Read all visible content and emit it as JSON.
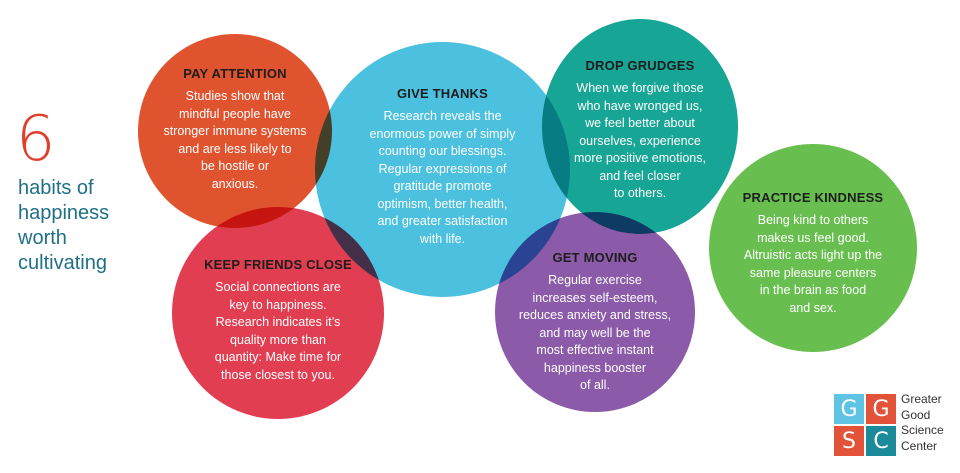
{
  "headline": {
    "number": "6",
    "lines": [
      "habits of",
      "happiness",
      "worth",
      "cultivating"
    ]
  },
  "colors": {
    "headline_number": "#e0402b",
    "headline_text": "#1f6f86",
    "pay_attention": "#e0532f",
    "give_thanks": "#4cc0df",
    "drop_grudges": "#17a596",
    "keep_friends_close": "#e23e52",
    "get_moving": "#8b5aa8",
    "practice_kindness": "#68bf4f"
  },
  "habits": {
    "pay_attention": {
      "title": "PAY ATTENTION",
      "lines": [
        "Studies show that",
        "mindful people have",
        "stronger immune systems",
        "and are less likely to",
        "be hostile or",
        "anxious."
      ]
    },
    "give_thanks": {
      "title": "GIVE THANKS",
      "lines": [
        "Research reveals the",
        "enormous power of simply",
        "counting our blessings.",
        "Regular expressions of",
        "gratitude promote",
        "optimism, better health,",
        "and greater satisfaction",
        "with life."
      ]
    },
    "drop_grudges": {
      "title": "DROP GRUDGES",
      "lines": [
        "When we forgive those",
        "who have wronged us,",
        "we feel better about",
        "ourselves, experience",
        "more positive emotions,",
        "and feel closer",
        "to others."
      ]
    },
    "keep_friends_close": {
      "title": "KEEP FRIENDS CLOSE",
      "lines": [
        "Social connections are",
        "key to happiness.",
        "Research indicates it’s",
        "quality more than",
        "quantity: Make time for",
        "those closest to you."
      ]
    },
    "get_moving": {
      "title": "GET MOVING",
      "lines": [
        "Regular exercise",
        "increases self-esteem,",
        "reduces anxiety and stress,",
        "and may well be the",
        "most effective instant",
        "happiness booster",
        "of all."
      ]
    },
    "practice_kindness": {
      "title": "PRACTICE KINDNESS",
      "lines": [
        "Being kind to others",
        "makes us feel good.",
        "Altruistic acts light up the",
        "same pleasure centers",
        "in the brain as food",
        "and sex."
      ]
    }
  },
  "logo": {
    "letters": [
      "G",
      "G",
      "S",
      "C"
    ],
    "tile_colors": [
      "#5fc3e4",
      "#e2533a",
      "#e2533a",
      "#1b8a9a"
    ],
    "name_lines": [
      "Greater",
      "Good",
      "Science",
      "Center"
    ]
  }
}
